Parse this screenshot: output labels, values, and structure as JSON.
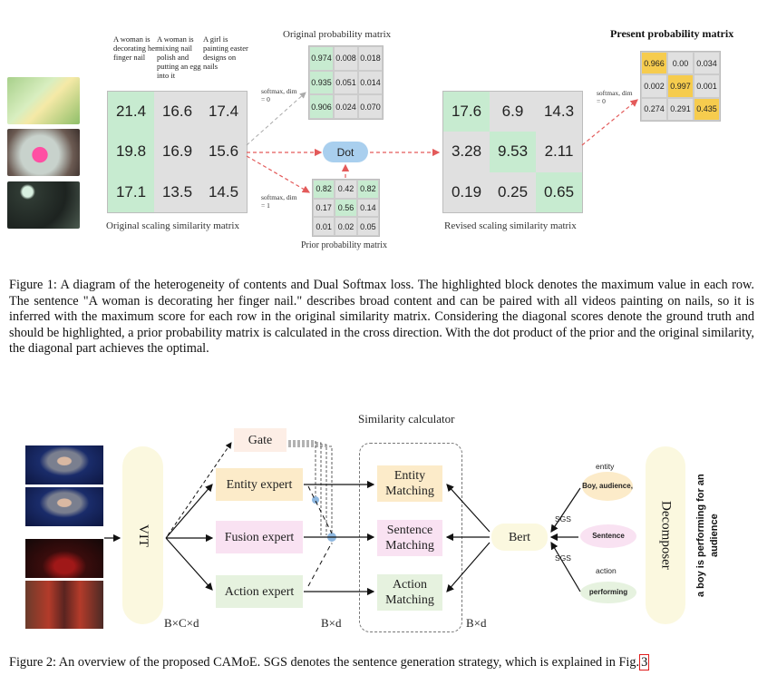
{
  "figure1": {
    "queries": [
      "A woman is decorating her finger nail",
      "A woman is mixing nail polish and putting an egg into it",
      "A girl is painting easter designs on nails"
    ],
    "original_scaling_matrix": {
      "caption": "Original scaling similarity matrix",
      "rows": [
        [
          "21.4",
          "16.6",
          "17.4"
        ],
        [
          "19.8",
          "16.9",
          "15.6"
        ],
        [
          "17.1",
          "13.5",
          "14.5"
        ]
      ]
    },
    "original_probability_matrix": {
      "caption": "Original probability matrix",
      "rows": [
        [
          "0.974",
          "0.008",
          "0.018"
        ],
        [
          "0.935",
          "0.051",
          "0.014"
        ],
        [
          "0.906",
          "0.024",
          "0.070"
        ]
      ]
    },
    "prior_probability_matrix": {
      "caption": "Prior probability matrix",
      "rows": [
        [
          "0.82",
          "0.42",
          "0.82"
        ],
        [
          "0.17",
          "0.56",
          "0.14"
        ],
        [
          "0.01",
          "0.02",
          "0.05"
        ]
      ]
    },
    "revised_scaling_matrix": {
      "caption": "Revised scaling similarity matrix",
      "rows": [
        [
          "17.6",
          "6.9",
          "14.3"
        ],
        [
          "3.28",
          "9.53",
          "2.11"
        ],
        [
          "0.19",
          "0.25",
          "0.65"
        ]
      ]
    },
    "present_probability_matrix": {
      "caption": "Present probability matrix",
      "rows": [
        [
          "0.966",
          "0.00",
          "0.034"
        ],
        [
          "0.002",
          "0.997",
          "0.001"
        ],
        [
          "0.274",
          "0.291",
          "0.435"
        ]
      ]
    },
    "softmax_dim0": "softmax, dim = 0",
    "softmax_dim1": "softmax, dim = 1",
    "dot_label": "Dot",
    "caption": "Figure 1: A diagram of the heterogeneity of contents and Dual Softmax loss. The highlighted block denotes the maximum value in each row. The sentence \"A woman is decorating her finger nail.\" describes broad content and can be paired with all videos painting on nails, so it is inferred with the maximum score for each row in the original similarity matrix. Considering the diagonal scores denote the ground truth and should be highlighted, a prior probability matrix is calculated in the cross direction. With the dot product of the prior and the original similarity, the diagonal part achieves the optimal."
  },
  "figure2": {
    "vit_label": "VIT",
    "gate_label": "Gate",
    "experts": [
      "Entity expert",
      "Fusion expert",
      "Action expert"
    ],
    "similarity_calculator_label": "Similarity calculator",
    "matchings": [
      "Entity Matching",
      "Sentence Matching",
      "Action Matching"
    ],
    "bert_label": "Bert",
    "decomposer_label": "Decomposer",
    "sentence": "a boy is performing for an audience",
    "components": [
      {
        "type": "entity",
        "text": "Boy, audience,"
      },
      {
        "type": "",
        "text": "Sentence"
      },
      {
        "type": "action",
        "text": "performing"
      }
    ],
    "sgs_label": "SGS",
    "dim_labels": [
      "B×C×d",
      "B×d",
      "B×d"
    ],
    "caption_main": "Figure 2: An overview of the proposed CAMoE. SGS denotes the sentence generation strategy, which is explained in Fig.",
    "caption_ref": "3"
  },
  "colors": {
    "highlight_green": "#c7ebd0",
    "highlight_yellow": "#f6cc4e",
    "matrix_gray": "#e0e0e0",
    "dot_blue": "#a9cfee",
    "arrow_red": "#e35a5a",
    "expert_entity": "#fcebc9",
    "expert_fusion": "#f9e2f2",
    "expert_action": "#e6f2df",
    "pill_yellow": "#fbf8df"
  }
}
